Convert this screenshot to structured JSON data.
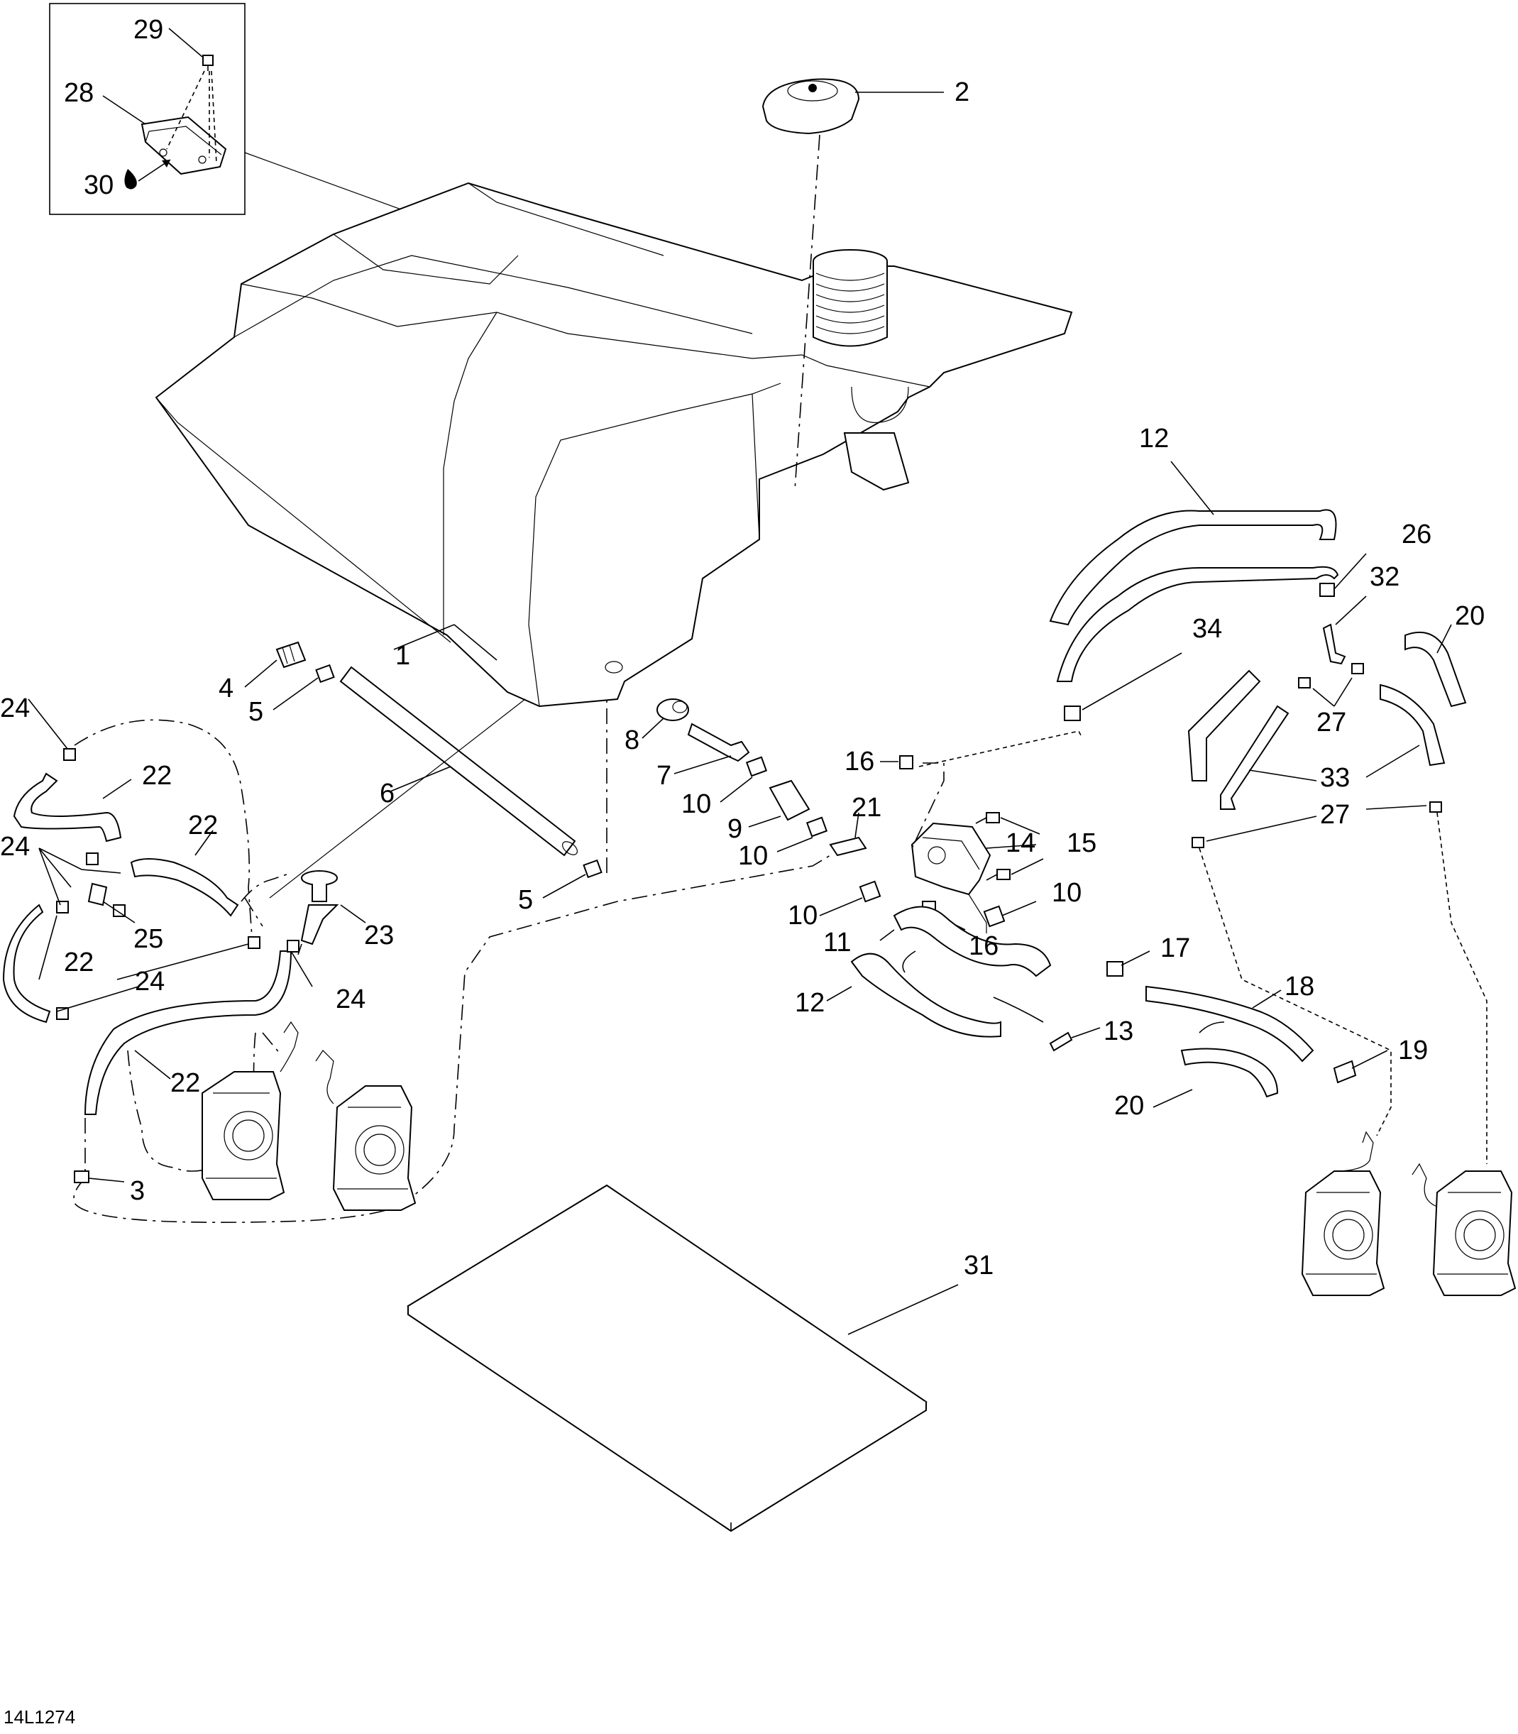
{
  "diagram": {
    "reference_code": "14L1274",
    "callouts": [
      {
        "id": "c1",
        "label": "1"
      },
      {
        "id": "c2",
        "label": "2"
      },
      {
        "id": "c3",
        "label": "3"
      },
      {
        "id": "c4",
        "label": "4"
      },
      {
        "id": "c5a",
        "label": "5"
      },
      {
        "id": "c5b",
        "label": "5"
      },
      {
        "id": "c6",
        "label": "6"
      },
      {
        "id": "c7",
        "label": "7"
      },
      {
        "id": "c8",
        "label": "8"
      },
      {
        "id": "c9",
        "label": "9"
      },
      {
        "id": "c10a",
        "label": "10"
      },
      {
        "id": "c10b",
        "label": "10"
      },
      {
        "id": "c10c",
        "label": "10"
      },
      {
        "id": "c10d",
        "label": "10"
      },
      {
        "id": "c11",
        "label": "11"
      },
      {
        "id": "c12a",
        "label": "12"
      },
      {
        "id": "c12b",
        "label": "12"
      },
      {
        "id": "c13",
        "label": "13"
      },
      {
        "id": "c14",
        "label": "14"
      },
      {
        "id": "c15",
        "label": "15"
      },
      {
        "id": "c16a",
        "label": "16"
      },
      {
        "id": "c16b",
        "label": "16"
      },
      {
        "id": "c17",
        "label": "17"
      },
      {
        "id": "c18",
        "label": "18"
      },
      {
        "id": "c19",
        "label": "19"
      },
      {
        "id": "c20a",
        "label": "20"
      },
      {
        "id": "c20b",
        "label": "20"
      },
      {
        "id": "c21",
        "label": "21"
      },
      {
        "id": "c22a",
        "label": "22"
      },
      {
        "id": "c22b",
        "label": "22"
      },
      {
        "id": "c22c",
        "label": "22"
      },
      {
        "id": "c22d",
        "label": "22"
      },
      {
        "id": "c23",
        "label": "23"
      },
      {
        "id": "c24a",
        "label": "24"
      },
      {
        "id": "c24b",
        "label": "24"
      },
      {
        "id": "c24c",
        "label": "24"
      },
      {
        "id": "c24d",
        "label": "24"
      },
      {
        "id": "c25",
        "label": "25"
      },
      {
        "id": "c26",
        "label": "26"
      },
      {
        "id": "c27a",
        "label": "27"
      },
      {
        "id": "c27b",
        "label": "27"
      },
      {
        "id": "c28",
        "label": "28"
      },
      {
        "id": "c29",
        "label": "29"
      },
      {
        "id": "c30",
        "label": "30"
      },
      {
        "id": "c31",
        "label": "31"
      },
      {
        "id": "c32",
        "label": "32"
      },
      {
        "id": "c33",
        "label": "33"
      },
      {
        "id": "c34",
        "label": "34"
      }
    ]
  }
}
